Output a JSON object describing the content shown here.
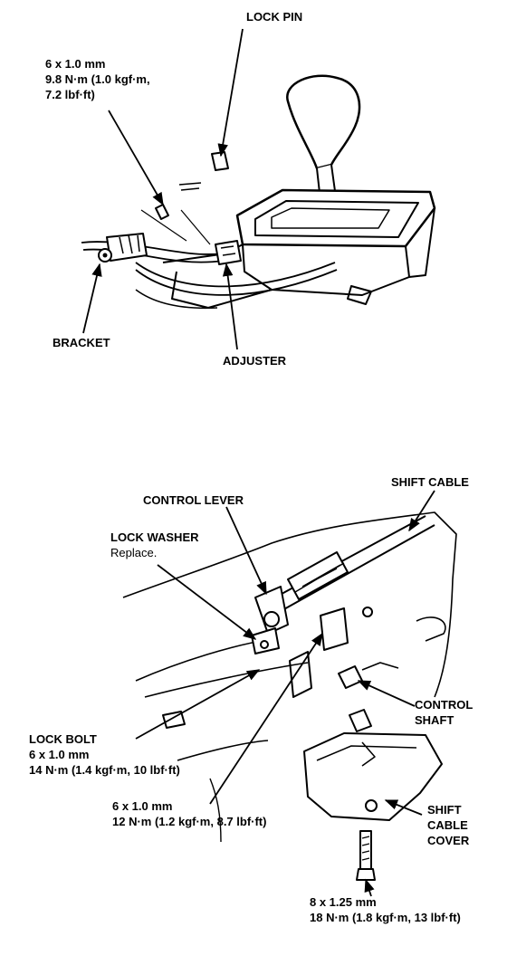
{
  "top_diagram": {
    "lock_pin": "LOCK PIN",
    "bolt_spec": [
      "6 x 1.0 mm",
      "9.8 N·m (1.0 kgf·m,",
      "7.2 lbf·ft)"
    ],
    "bracket": "BRACKET",
    "adjuster": "ADJUSTER"
  },
  "bottom_diagram": {
    "shift_cable": "SHIFT CABLE",
    "control_lever": "CONTROL LEVER",
    "lock_washer": "LOCK WASHER",
    "lock_washer_note": "Replace.",
    "control_shaft": [
      "CONTROL",
      "SHAFT"
    ],
    "lock_bolt": [
      "LOCK BOLT",
      "6 x 1.0 mm",
      "14 N·m (1.4 kgf·m, 10 lbf·ft)"
    ],
    "middle_bolt": [
      "6 x 1.0 mm",
      "12 N·m (1.2 kgf·m, 8.7 lbf·ft)"
    ],
    "shift_cable_cover": [
      "SHIFT",
      "CABLE",
      "COVER"
    ],
    "cover_bolt": [
      "8 x 1.25 mm",
      "18 N·m (1.8 kgf·m, 13 lbf·ft)"
    ]
  }
}
